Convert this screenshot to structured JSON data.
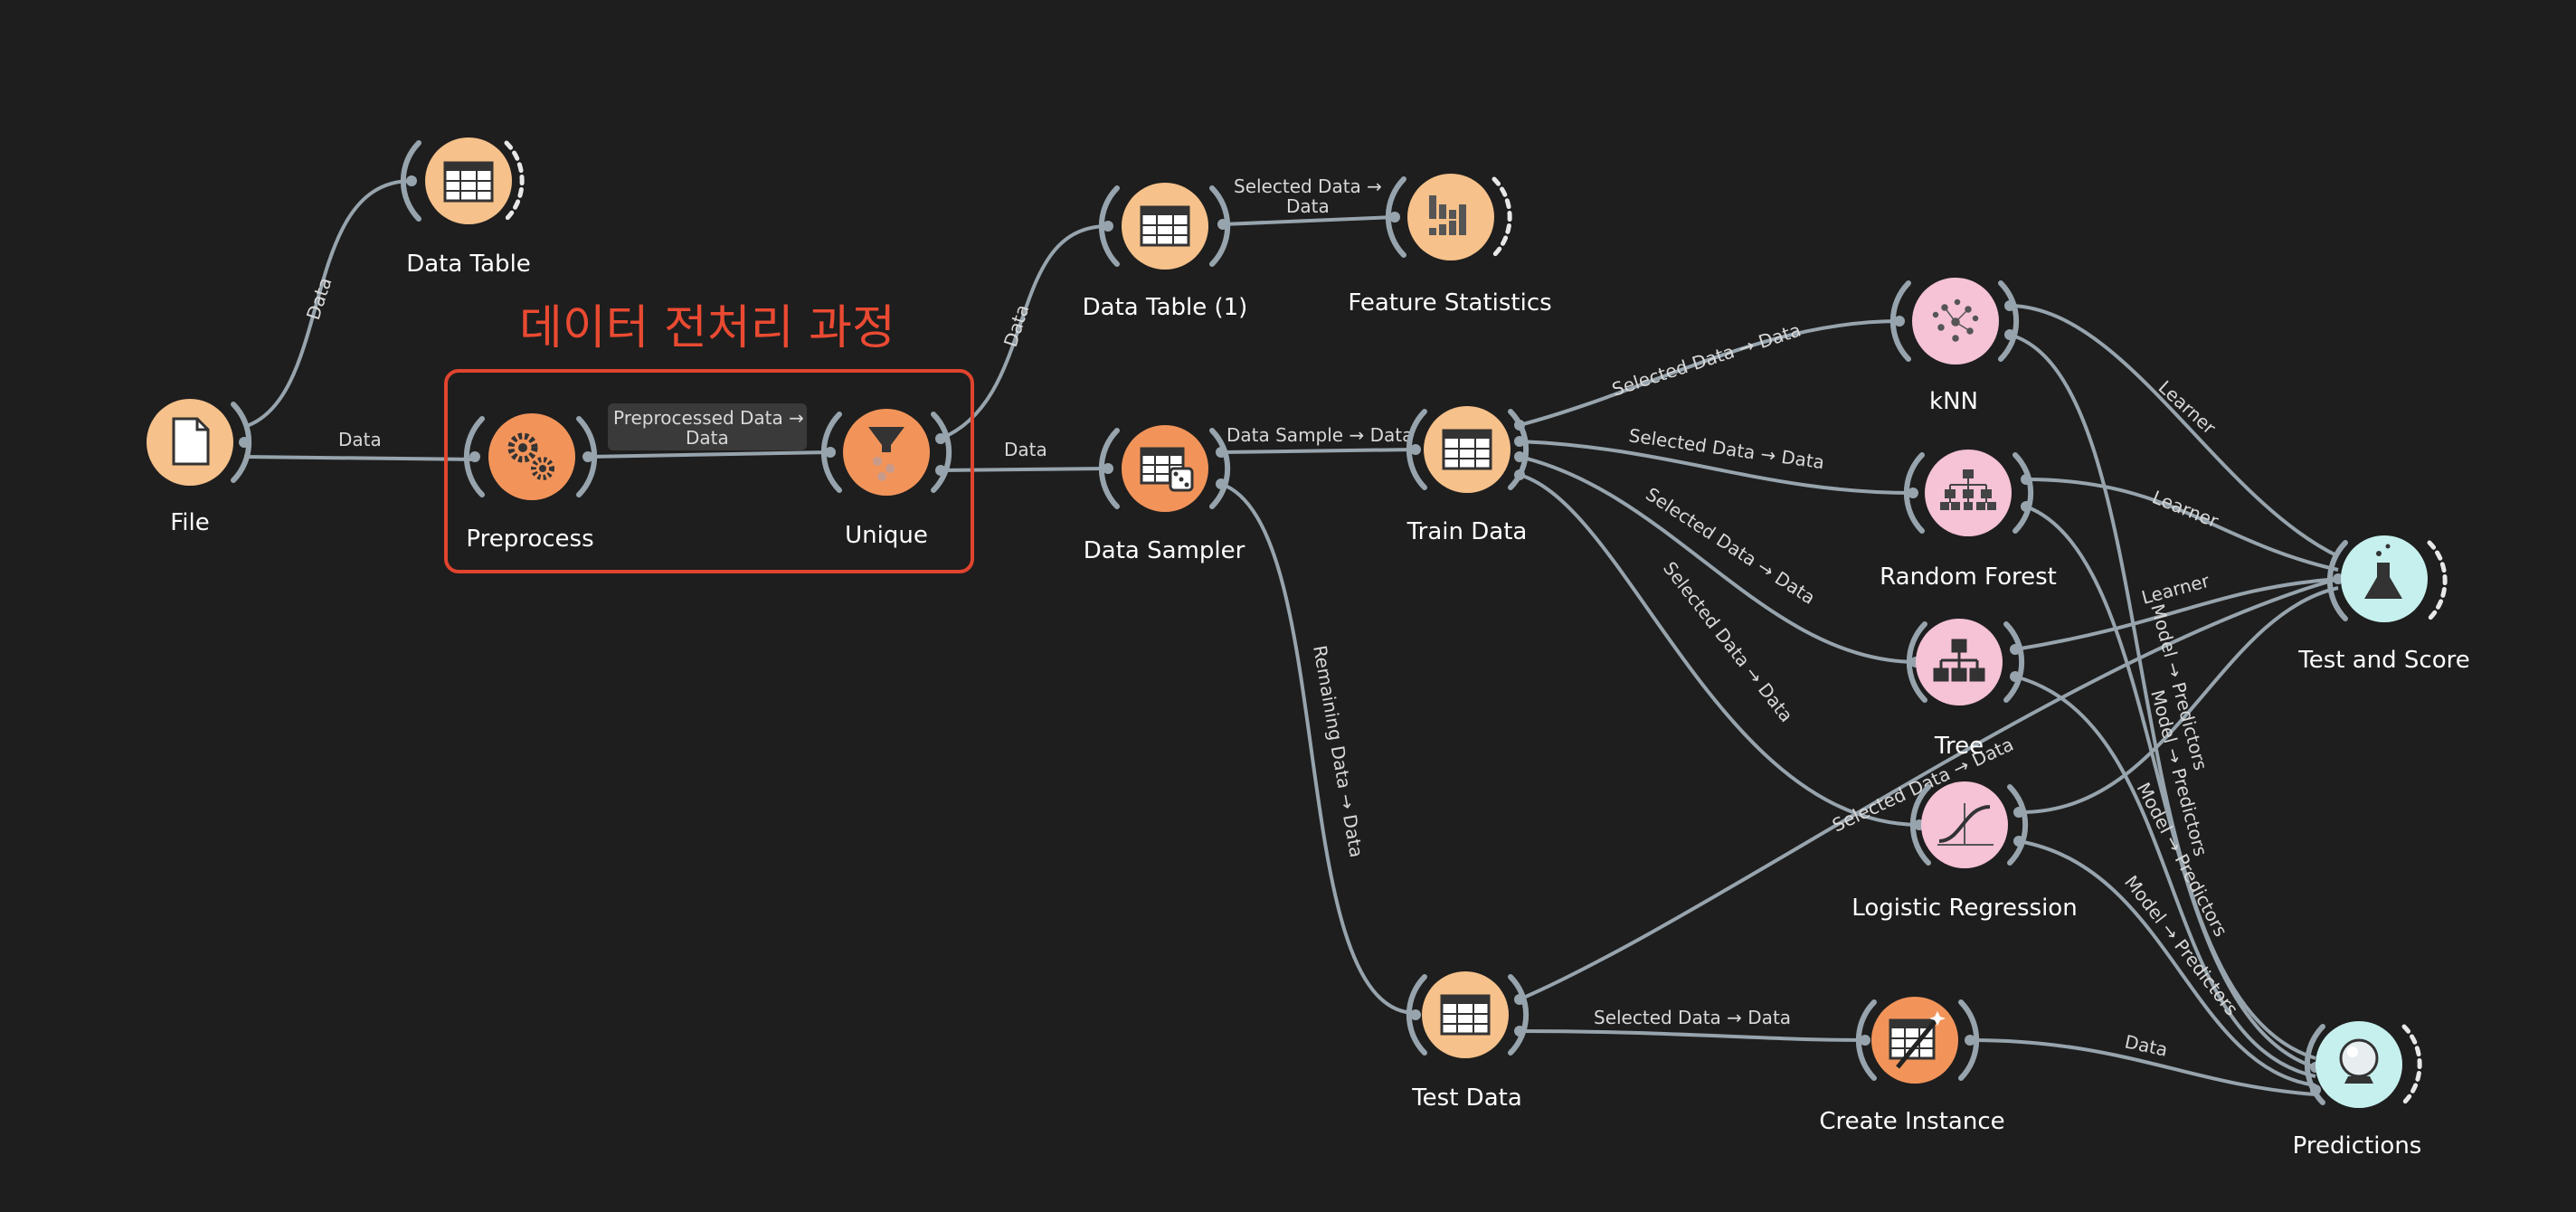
{
  "annotation": {
    "title": "데이터 전처리 과정",
    "color": "#e0442e"
  },
  "colors": {
    "data_orange": "#f6c18a",
    "data_orange_dark": "#f2945a",
    "model_pink": "#f5c2d6",
    "eval_cyan": "#c6f0ee",
    "link": "#97a4ad",
    "background": "#1e1e1e"
  },
  "widgets": {
    "file": {
      "name": "File",
      "icon": "file-icon"
    },
    "data_table": {
      "name": "Data Table",
      "icon": "table-icon"
    },
    "preprocess": {
      "name": "Preprocess",
      "icon": "gears-icon"
    },
    "unique": {
      "name": "Unique",
      "icon": "funnel-icon"
    },
    "data_table_1": {
      "name": "Data Table (1)",
      "icon": "table-icon"
    },
    "feature_statistics": {
      "name": "Feature Statistics",
      "icon": "bar-chart-icon"
    },
    "data_sampler": {
      "name": "Data Sampler",
      "icon": "dice-table-icon"
    },
    "train_data": {
      "name": "Train Data",
      "icon": "table-icon"
    },
    "test_data": {
      "name": "Test Data",
      "icon": "table-icon"
    },
    "knn": {
      "name": "kNN",
      "icon": "knn-icon"
    },
    "random_forest": {
      "name": "Random Forest",
      "icon": "forest-icon"
    },
    "tree": {
      "name": "Tree",
      "icon": "tree-icon"
    },
    "logistic_regression": {
      "name": "Logistic Regression",
      "icon": "sigmoid-icon"
    },
    "test_and_score": {
      "name": "Test and Score",
      "icon": "flask-icon"
    },
    "create_instance": {
      "name": "Create Instance",
      "icon": "wand-table-icon"
    },
    "predictions": {
      "name": "Predictions",
      "icon": "crystal-ball-icon"
    }
  },
  "links": {
    "file_datatable": "Data",
    "file_preprocess": "Data",
    "preprocess_unique_1": "Preprocessed Data →",
    "preprocess_unique_2": "Data",
    "unique_datatable1": "Data",
    "unique_sampler": "Data",
    "datatable1_featstats_1": "Selected Data →",
    "datatable1_featstats_2": "Data",
    "sampler_train": "Data Sample → Data",
    "sampler_test": "Remaining Data → Data",
    "train_knn": "Selected Data → Data",
    "train_rf": "Selected Data → Data",
    "train_tree": "Selected Data → Data",
    "train_lr": "Selected Data → Data",
    "test_testscore": "Selected Data → Data",
    "test_create": "Selected Data → Data",
    "knn_testscore": "Learner",
    "rf_testscore": "Learner",
    "tree_testscore": "Learner",
    "knn_predictions": "Model → Predictors",
    "rf_predictions": "Model → Predictors",
    "tree_predictions": "Model → Predictors",
    "lr_predictions": "Model → Predictors",
    "create_predictions": "Data"
  }
}
